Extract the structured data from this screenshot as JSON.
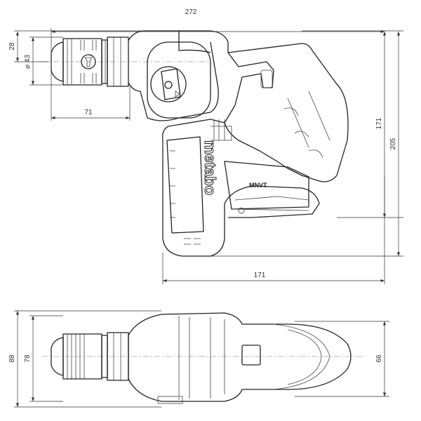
{
  "drawing": {
    "brand_logo": "metabo",
    "side_view": {
      "overall_length": "272",
      "chuck_offset": "28",
      "chuck_diameter": "⌀ 43",
      "chuck_length": "71",
      "height_to_battery": "171",
      "total_height": "205",
      "base_length": "171"
    },
    "top_view": {
      "total_width": "88",
      "chuck_width": "78",
      "rear_width": "66"
    }
  }
}
